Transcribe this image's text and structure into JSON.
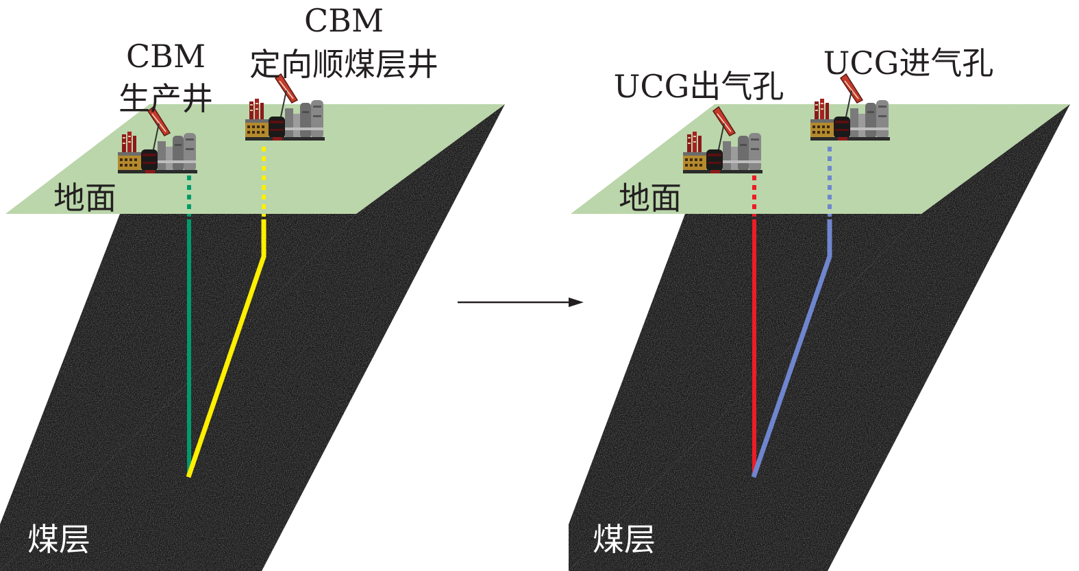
{
  "left_panel": {
    "production_well_label_line1": "CBM",
    "production_well_label_line2": "生产井",
    "directional_well_label_line1": "CBM",
    "directional_well_label_line2": "定向顺煤层井",
    "ground_label": "地面",
    "coal_seam_label": "煤层",
    "production_well_color": "#009b6b",
    "directional_well_color": "#ffef00"
  },
  "right_panel": {
    "outlet_label": "UCG出气孔",
    "inlet_label": "UCG进气孔",
    "ground_label": "地面",
    "coal_seam_label": "煤层",
    "outlet_well_color": "#ee1c25",
    "inlet_well_color": "#6f86cf"
  },
  "colors": {
    "ground": "#b9d6a8",
    "coal": "#1c1a1a",
    "arrow": "#231f20"
  },
  "icons": [
    "pumpjack-facility-icon"
  ]
}
